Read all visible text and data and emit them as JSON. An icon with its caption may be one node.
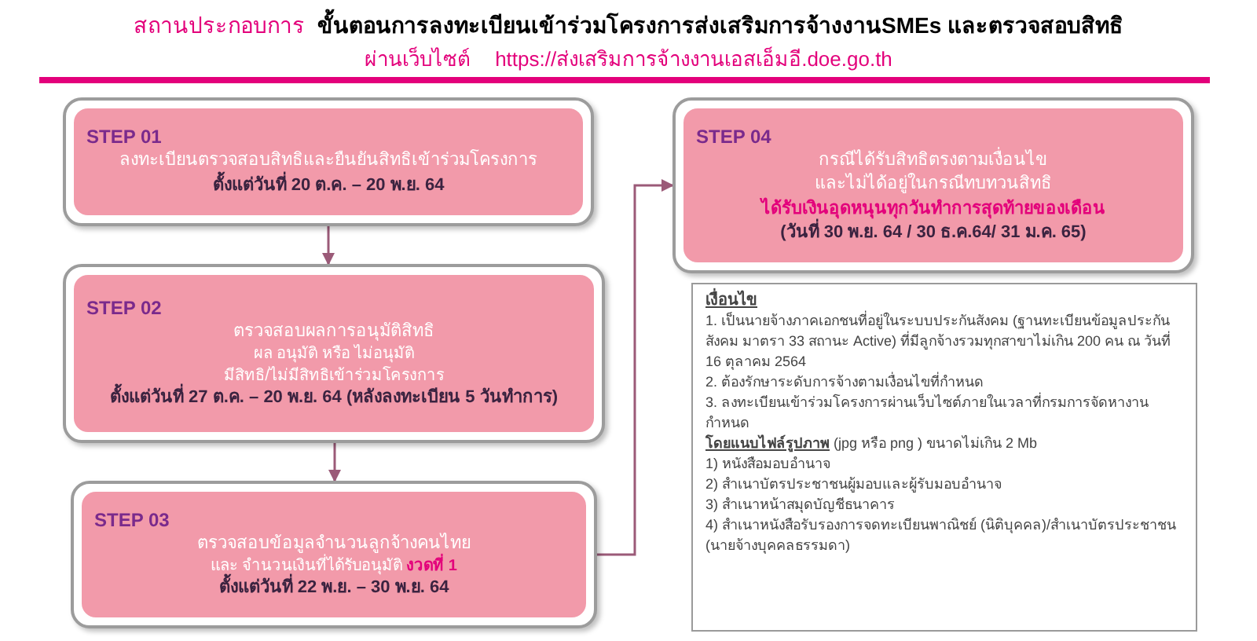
{
  "diagram": {
    "title": "ขั้นตอนการลงทะเบียนเข้าร่วมโครงการส่งเสริมการจ้างงานSMEs และตรวจสอบสิทธิ",
    "nodes": [
      {
        "text": [
          "STEP 01",
          "ลงทะเบียนตรวจสอบสิทธิและยืนยันสิทธิเข้าร่วมโครงการ",
          "ตั้งแต่วันที่ 20 ต.ค. – 20 พ.ย. 64"
        ]
      },
      {
        "text": [
          "STEP 02",
          "ตรวจสอบผลการอนุมัติสิทธิ",
          "ผล อนุมัติ หรือ ไม่อนุมัติ",
          "มีสิทธิ/ไม่มีสิทธิเข้าร่วมโครงการ",
          "ตั้งแต่วันที่ 27 ต.ค. – 20 พ.ย. 64  (หลังลงทะเบียน 5 วันทำการ)"
        ]
      },
      {
        "text": [
          "STEP 03",
          "ตรวจสอบข้อมูลจำนวนลูกจ้างคนไทย",
          "และ จำนวนเงินที่ได้รับอนุมัติ **งวดที่ 1**",
          "ตั้งแต่วันที่ 22 พ.ย. – 30 พ.ย. 64"
        ]
      },
      {
        "text": [
          "STEP 04",
          "กรณีได้รับสิทธิตรงตามเงื่อนไข",
          "และไม่ได้อยู่ในกรณีทบทวนสิทธิ",
          "ได้รับเงินอุดหนุนทุกวันทำการสุดท้ายของเดือน",
          "(วันที่ 30 พ.ย. 64 / 30 ธ.ค.64/ 31 ม.ค. 65)"
        ]
      },
      {
        "text": [
          "เงื่อนไข",
          "1. เป็นนายจ้างภาคเอกชนที่อยู่ในระบบประกันสังคม (ฐานทะเบียนข้อมูลประกันสังคม มาตรา 33 สถานะ Active) ที่มีลูกจ้างรวมทุกสาขาไม่เกิน 200 คน ณ วันที่ 16 ตุลาคม 2564",
          "2. ต้องรักษาระดับการจ้างตามเงื่อนไขที่กำหนด",
          "3. ลงทะเบียนเข้าร่วมโครงการผ่านเว็บไซต์ภายในเวลาที่กรมการจัดหางานกำหนด",
          "**โดยแนบไฟล์รูปภาพ** (jpg หรือ png ) ขนาดไม่เกิน 2 Mb",
          "1) หนังสือมอบอำนาจ",
          "2) สำเนาบัตรประชาชนผู้มอบและผู้รับมอบอำนาจ",
          "3) สำเนาหน้าสมุดบัญชีธนาคาร",
          "4) สำเนาหนังสือรับรองการจดทะเบียนพาณิชย์ (นิติบุคคล)/สำเนาบัตรประชาชน (นายจ้างบุคคลธรรมดา)"
        ]
      }
    ],
    "edges": [
      {
        "from": 0,
        "to": 1,
        "arrow": "to"
      },
      {
        "from": 1,
        "to": 2,
        "arrow": "to"
      },
      {
        "from": 2,
        "to": 3,
        "arrow": "to"
      }
    ],
    "labels": [
      "สถานประกอบการ",
      "ผ่านเว็บไซต์",
      "https://ส่งเสริมการจ้างงานเอสเอ็มอี.doe.go.th"
    ]
  }
}
